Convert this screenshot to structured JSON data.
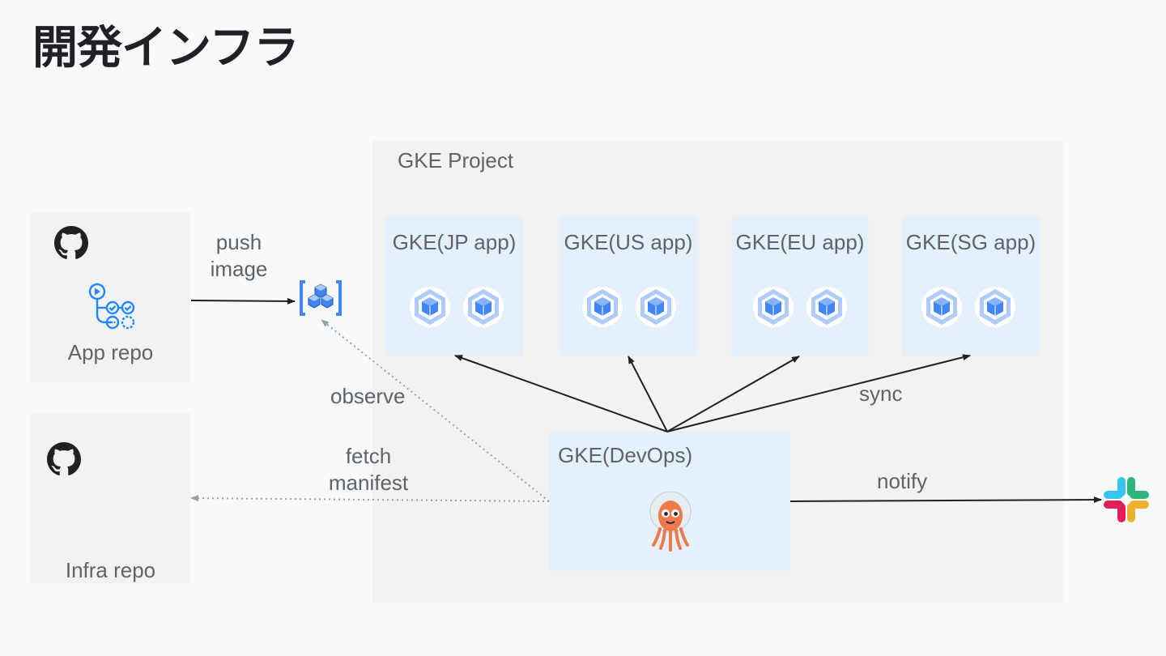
{
  "title": "開発インフラ",
  "repos": {
    "app": {
      "label": "App repo"
    },
    "infra": {
      "label": "Infra repo"
    }
  },
  "project": {
    "label": "GKE Project"
  },
  "clusters": [
    {
      "label": "GKE(JP app)"
    },
    {
      "label": "GKE(US app)"
    },
    {
      "label": "GKE(EU app)"
    },
    {
      "label": "GKE(SG app)"
    }
  ],
  "devops": {
    "label": "GKE(DevOps)"
  },
  "edges": {
    "push_image": [
      "push",
      "image"
    ],
    "observe": "observe",
    "fetch_manifest": [
      "fetch",
      "manifest"
    ],
    "sync": "sync",
    "notify": "notify"
  },
  "icons": {
    "github": "github-icon",
    "actions": "github-actions-icon",
    "registry": "artifact-registry-icon",
    "gke": "gke-icon",
    "argo": "argo-cd-icon",
    "slack": "slack-icon"
  },
  "colors": {
    "background": "#f8f9fa",
    "panel": "#f2f2f2",
    "cluster_box": "#e4f0fc",
    "gcp_blue": "#4285f4",
    "argo_orange": "#ef7b4d",
    "actions_blue": "#2088ff"
  }
}
